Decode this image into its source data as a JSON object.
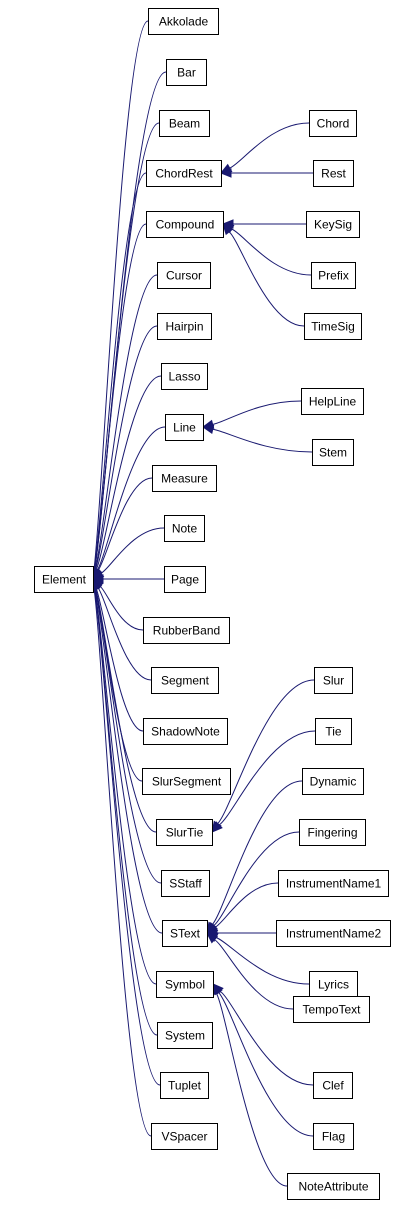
{
  "diagram": {
    "type": "class-inheritance-graph",
    "colors": {
      "edge": "#191970",
      "node_border": "#000000",
      "node_fill": "#ffffff",
      "text": "#000000"
    },
    "nodes": [
      {
        "id": "Element",
        "label": "Element"
      },
      {
        "id": "Akkolade",
        "label": "Akkolade"
      },
      {
        "id": "Bar",
        "label": "Bar"
      },
      {
        "id": "Beam",
        "label": "Beam"
      },
      {
        "id": "ChordRest",
        "label": "ChordRest"
      },
      {
        "id": "Compound",
        "label": "Compound"
      },
      {
        "id": "Cursor",
        "label": "Cursor"
      },
      {
        "id": "Hairpin",
        "label": "Hairpin"
      },
      {
        "id": "Lasso",
        "label": "Lasso"
      },
      {
        "id": "Line",
        "label": "Line"
      },
      {
        "id": "Measure",
        "label": "Measure"
      },
      {
        "id": "Note",
        "label": "Note"
      },
      {
        "id": "Page",
        "label": "Page"
      },
      {
        "id": "RubberBand",
        "label": "RubberBand"
      },
      {
        "id": "Segment",
        "label": "Segment"
      },
      {
        "id": "ShadowNote",
        "label": "ShadowNote"
      },
      {
        "id": "SlurSegment",
        "label": "SlurSegment"
      },
      {
        "id": "SlurTie",
        "label": "SlurTie"
      },
      {
        "id": "SStaff",
        "label": "SStaff"
      },
      {
        "id": "SText",
        "label": "SText"
      },
      {
        "id": "Symbol",
        "label": "Symbol"
      },
      {
        "id": "System",
        "label": "System"
      },
      {
        "id": "Tuplet",
        "label": "Tuplet"
      },
      {
        "id": "VSpacer",
        "label": "VSpacer"
      },
      {
        "id": "Chord",
        "label": "Chord"
      },
      {
        "id": "Rest",
        "label": "Rest"
      },
      {
        "id": "KeySig",
        "label": "KeySig"
      },
      {
        "id": "Prefix",
        "label": "Prefix"
      },
      {
        "id": "TimeSig",
        "label": "TimeSig"
      },
      {
        "id": "HelpLine",
        "label": "HelpLine"
      },
      {
        "id": "Stem",
        "label": "Stem"
      },
      {
        "id": "Slur",
        "label": "Slur"
      },
      {
        "id": "Tie",
        "label": "Tie"
      },
      {
        "id": "Dynamic",
        "label": "Dynamic"
      },
      {
        "id": "Fingering",
        "label": "Fingering"
      },
      {
        "id": "InstrumentName1",
        "label": "InstrumentName1"
      },
      {
        "id": "InstrumentName2",
        "label": "InstrumentName2"
      },
      {
        "id": "Lyrics",
        "label": "Lyrics"
      },
      {
        "id": "TempoText",
        "label": "TempoText"
      },
      {
        "id": "Clef",
        "label": "Clef"
      },
      {
        "id": "Flag",
        "label": "Flag"
      },
      {
        "id": "NoteAttribute",
        "label": "NoteAttribute"
      }
    ],
    "edges": [
      {
        "from": "Akkolade",
        "to": "Element"
      },
      {
        "from": "Bar",
        "to": "Element"
      },
      {
        "from": "Beam",
        "to": "Element"
      },
      {
        "from": "ChordRest",
        "to": "Element"
      },
      {
        "from": "Compound",
        "to": "Element"
      },
      {
        "from": "Cursor",
        "to": "Element"
      },
      {
        "from": "Hairpin",
        "to": "Element"
      },
      {
        "from": "Lasso",
        "to": "Element"
      },
      {
        "from": "Line",
        "to": "Element"
      },
      {
        "from": "Measure",
        "to": "Element"
      },
      {
        "from": "Note",
        "to": "Element"
      },
      {
        "from": "Page",
        "to": "Element"
      },
      {
        "from": "RubberBand",
        "to": "Element"
      },
      {
        "from": "Segment",
        "to": "Element"
      },
      {
        "from": "ShadowNote",
        "to": "Element"
      },
      {
        "from": "SlurSegment",
        "to": "Element"
      },
      {
        "from": "SlurTie",
        "to": "Element"
      },
      {
        "from": "SStaff",
        "to": "Element"
      },
      {
        "from": "SText",
        "to": "Element"
      },
      {
        "from": "Symbol",
        "to": "Element"
      },
      {
        "from": "System",
        "to": "Element"
      },
      {
        "from": "Tuplet",
        "to": "Element"
      },
      {
        "from": "VSpacer",
        "to": "Element"
      },
      {
        "from": "Chord",
        "to": "ChordRest"
      },
      {
        "from": "Rest",
        "to": "ChordRest"
      },
      {
        "from": "KeySig",
        "to": "Compound"
      },
      {
        "from": "Prefix",
        "to": "Compound"
      },
      {
        "from": "TimeSig",
        "to": "Compound"
      },
      {
        "from": "HelpLine",
        "to": "Line"
      },
      {
        "from": "Stem",
        "to": "Line"
      },
      {
        "from": "Slur",
        "to": "SlurTie"
      },
      {
        "from": "Tie",
        "to": "SlurTie"
      },
      {
        "from": "Dynamic",
        "to": "SText"
      },
      {
        "from": "Fingering",
        "to": "SText"
      },
      {
        "from": "InstrumentName1",
        "to": "SText"
      },
      {
        "from": "InstrumentName2",
        "to": "SText"
      },
      {
        "from": "Lyrics",
        "to": "SText"
      },
      {
        "from": "TempoText",
        "to": "SText"
      },
      {
        "from": "Clef",
        "to": "Symbol"
      },
      {
        "from": "Flag",
        "to": "Symbol"
      },
      {
        "from": "NoteAttribute",
        "to": "Symbol"
      }
    ]
  }
}
